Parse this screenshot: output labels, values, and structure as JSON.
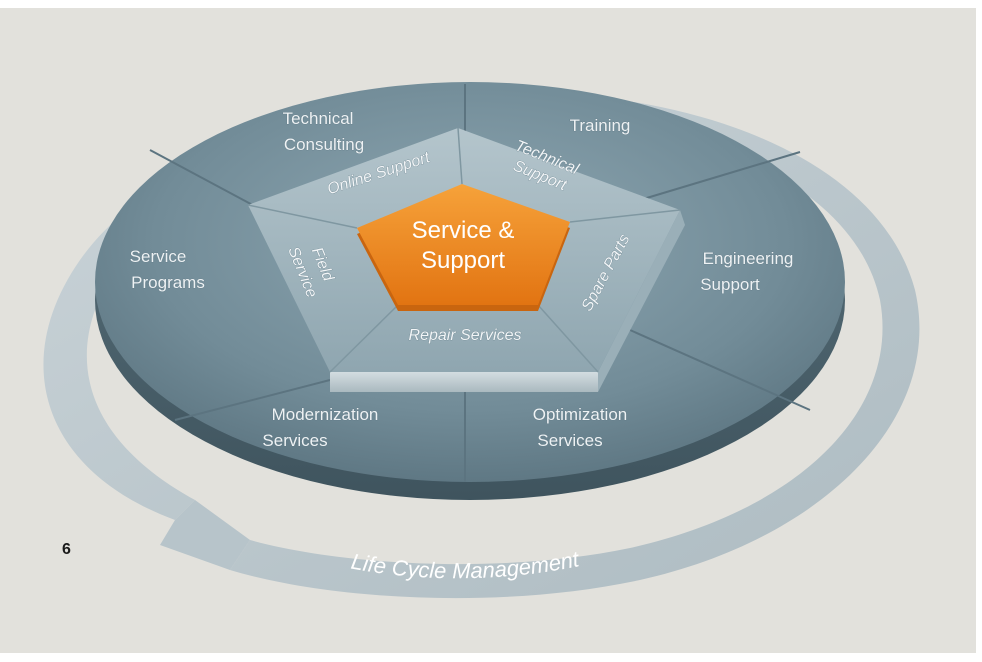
{
  "diagram": {
    "center": {
      "line1": "Service &",
      "line2": "Support"
    },
    "outer_segments": {
      "technical_consulting": [
        "Technical",
        "Consulting"
      ],
      "training": [
        "Training"
      ],
      "engineering_support": [
        "Engineering",
        "Support"
      ],
      "optimization_services": [
        "Optimization",
        "Services"
      ],
      "modernization_services": [
        "Modernization",
        "Services"
      ],
      "service_programs": [
        "Service",
        "Programs"
      ]
    },
    "inner_segments": {
      "online_support": "Online Support",
      "technical_support": [
        "Technical",
        "Support"
      ],
      "spare_parts": "Spare Parts",
      "repair_services": "Repair Services",
      "field_service": [
        "Field",
        "Service"
      ]
    },
    "ring": {
      "label": "Life Cycle Management"
    },
    "colors": {
      "background": "#e2e1dc",
      "disc_top": "#7d97a3",
      "disc_edge": "#5a717c",
      "pentagon_frame": "#9fb4bd",
      "center_orange": "#f08a1e",
      "ring": "#bcc8ce"
    }
  },
  "page": {
    "number": "6"
  }
}
